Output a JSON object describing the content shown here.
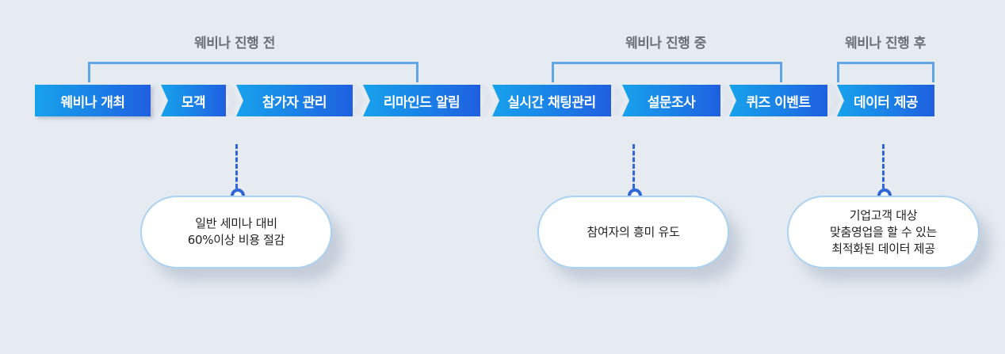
{
  "phases": [
    {
      "label": "웨비나 진행 전"
    },
    {
      "label": "웨비나 진행 중"
    },
    {
      "label": "웨비나 진행 후"
    }
  ],
  "steps": [
    {
      "label": "웨비나 개최"
    },
    {
      "label": "모객"
    },
    {
      "label": "참가자 관리"
    },
    {
      "label": "리마인드 알림"
    },
    {
      "label": "실시간 채팅관리"
    },
    {
      "label": "설문조사"
    },
    {
      "label": "퀴즈 이벤트"
    },
    {
      "label": "데이터 제공"
    }
  ],
  "benefits": [
    {
      "lines": [
        "일반 세미나 대비",
        "60%이상 비용 절감"
      ]
    },
    {
      "lines": [
        "참여자의 흥미 유도"
      ]
    },
    {
      "lines": [
        "기업고객 대상",
        "맞춤영업을 할 수 있는",
        "최적화된 데이터 제공"
      ]
    }
  ],
  "colors": {
    "background": "#e6ebf2",
    "step_gradient_start": "#17a2ec",
    "step_gradient_end": "#1f5fe0",
    "bracket": "#5fa6e6",
    "connector": "#2f66d8",
    "bubble_border": "#a9d2f3",
    "phase_label": "#6b6f76"
  }
}
